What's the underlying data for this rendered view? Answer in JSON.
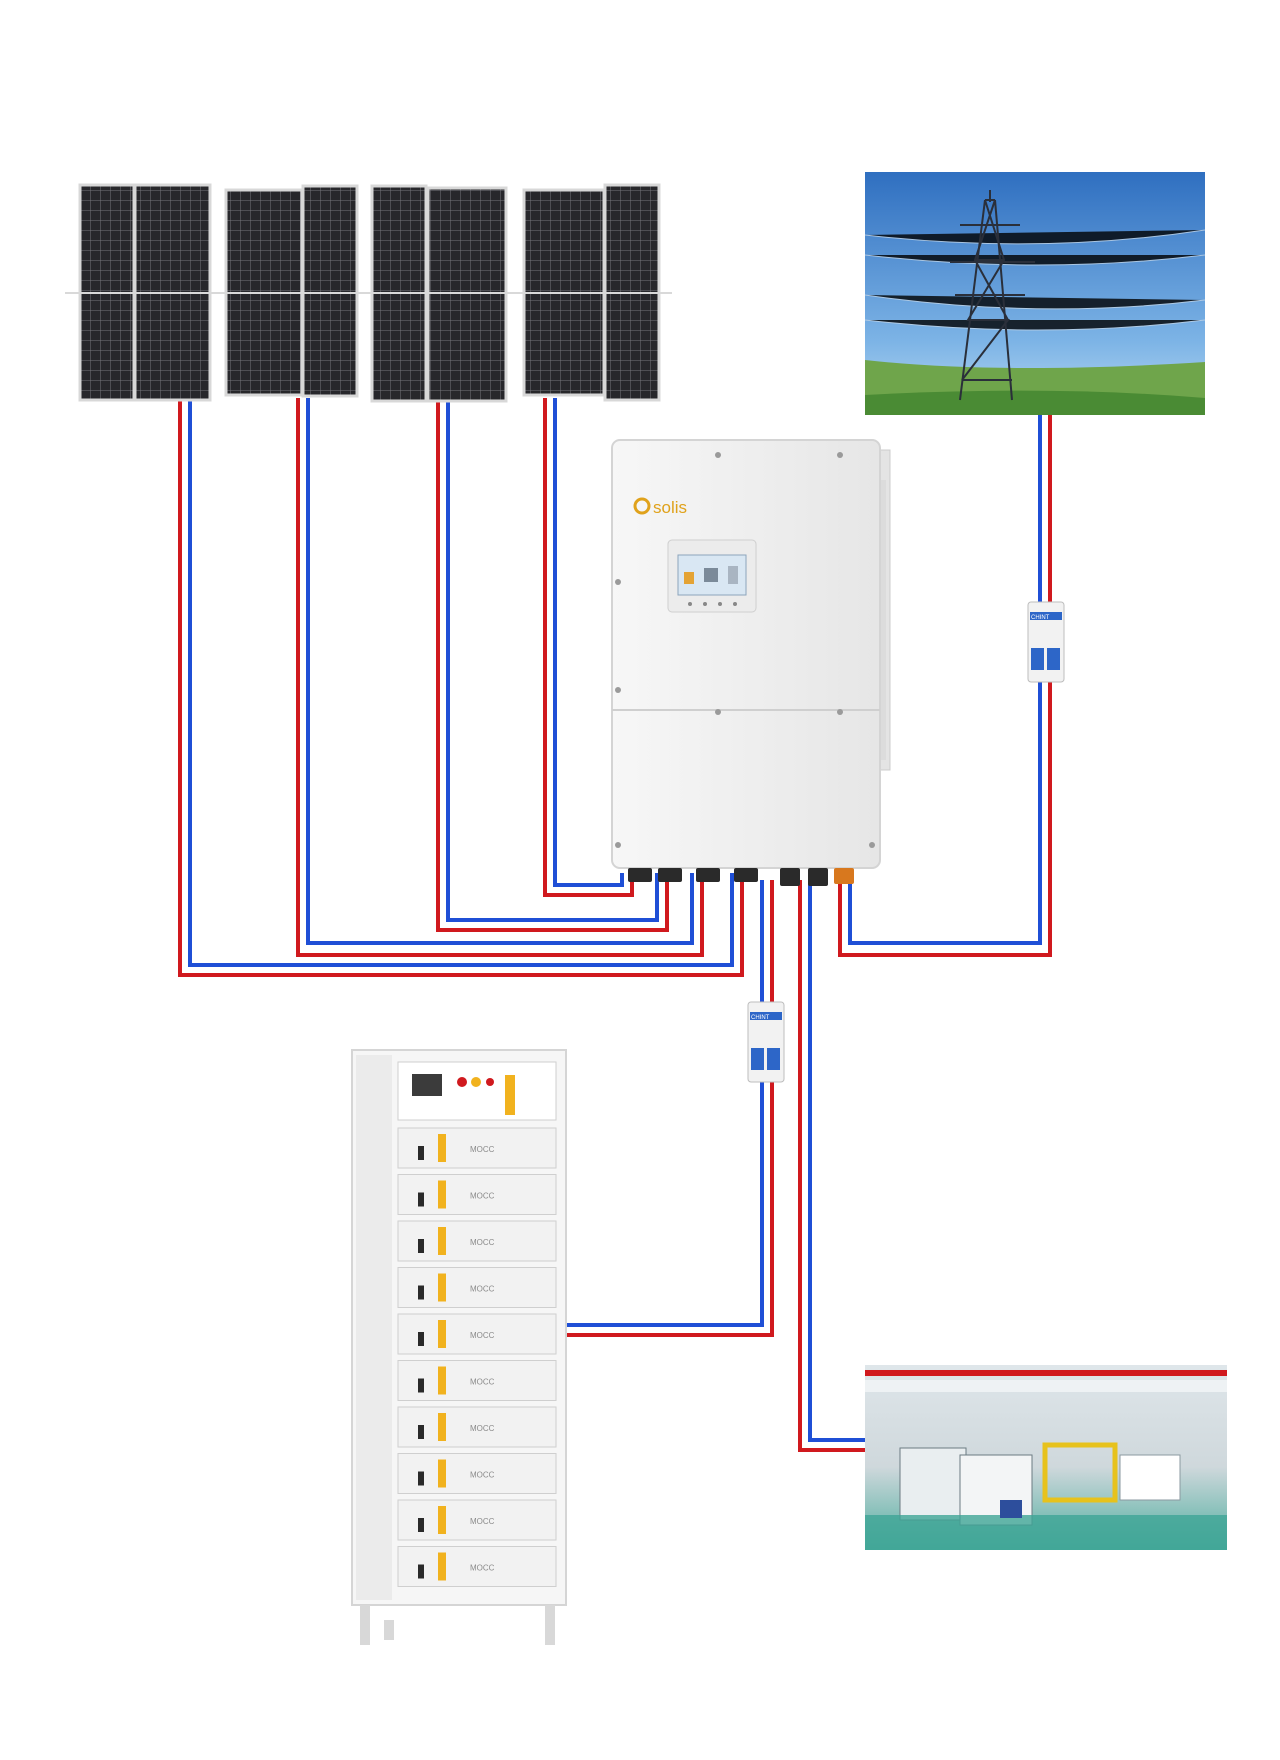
{
  "inverter": {
    "brand": "solis"
  },
  "battery": {
    "module_brand": "MOCC",
    "module_count": 10
  },
  "solar_array": {
    "panel_count": 8
  },
  "breakers": {
    "label": "CHINT"
  },
  "colors": {
    "wire_positive": "#d0191e",
    "wire_negative": "#1f4fd6",
    "panel_cell": "#2b2b2e",
    "inverter_body": "#f4f4f4",
    "inverter_accent": "#e0a21b",
    "battery_body": "#f2f2f2",
    "battery_handle": "#f1b21e",
    "breaker_blue": "#2d66c8"
  },
  "icons": [
    "solar-panel-icon",
    "power-tower-icon",
    "inverter-icon",
    "breaker-icon",
    "battery-rack-icon",
    "factory-icon"
  ]
}
